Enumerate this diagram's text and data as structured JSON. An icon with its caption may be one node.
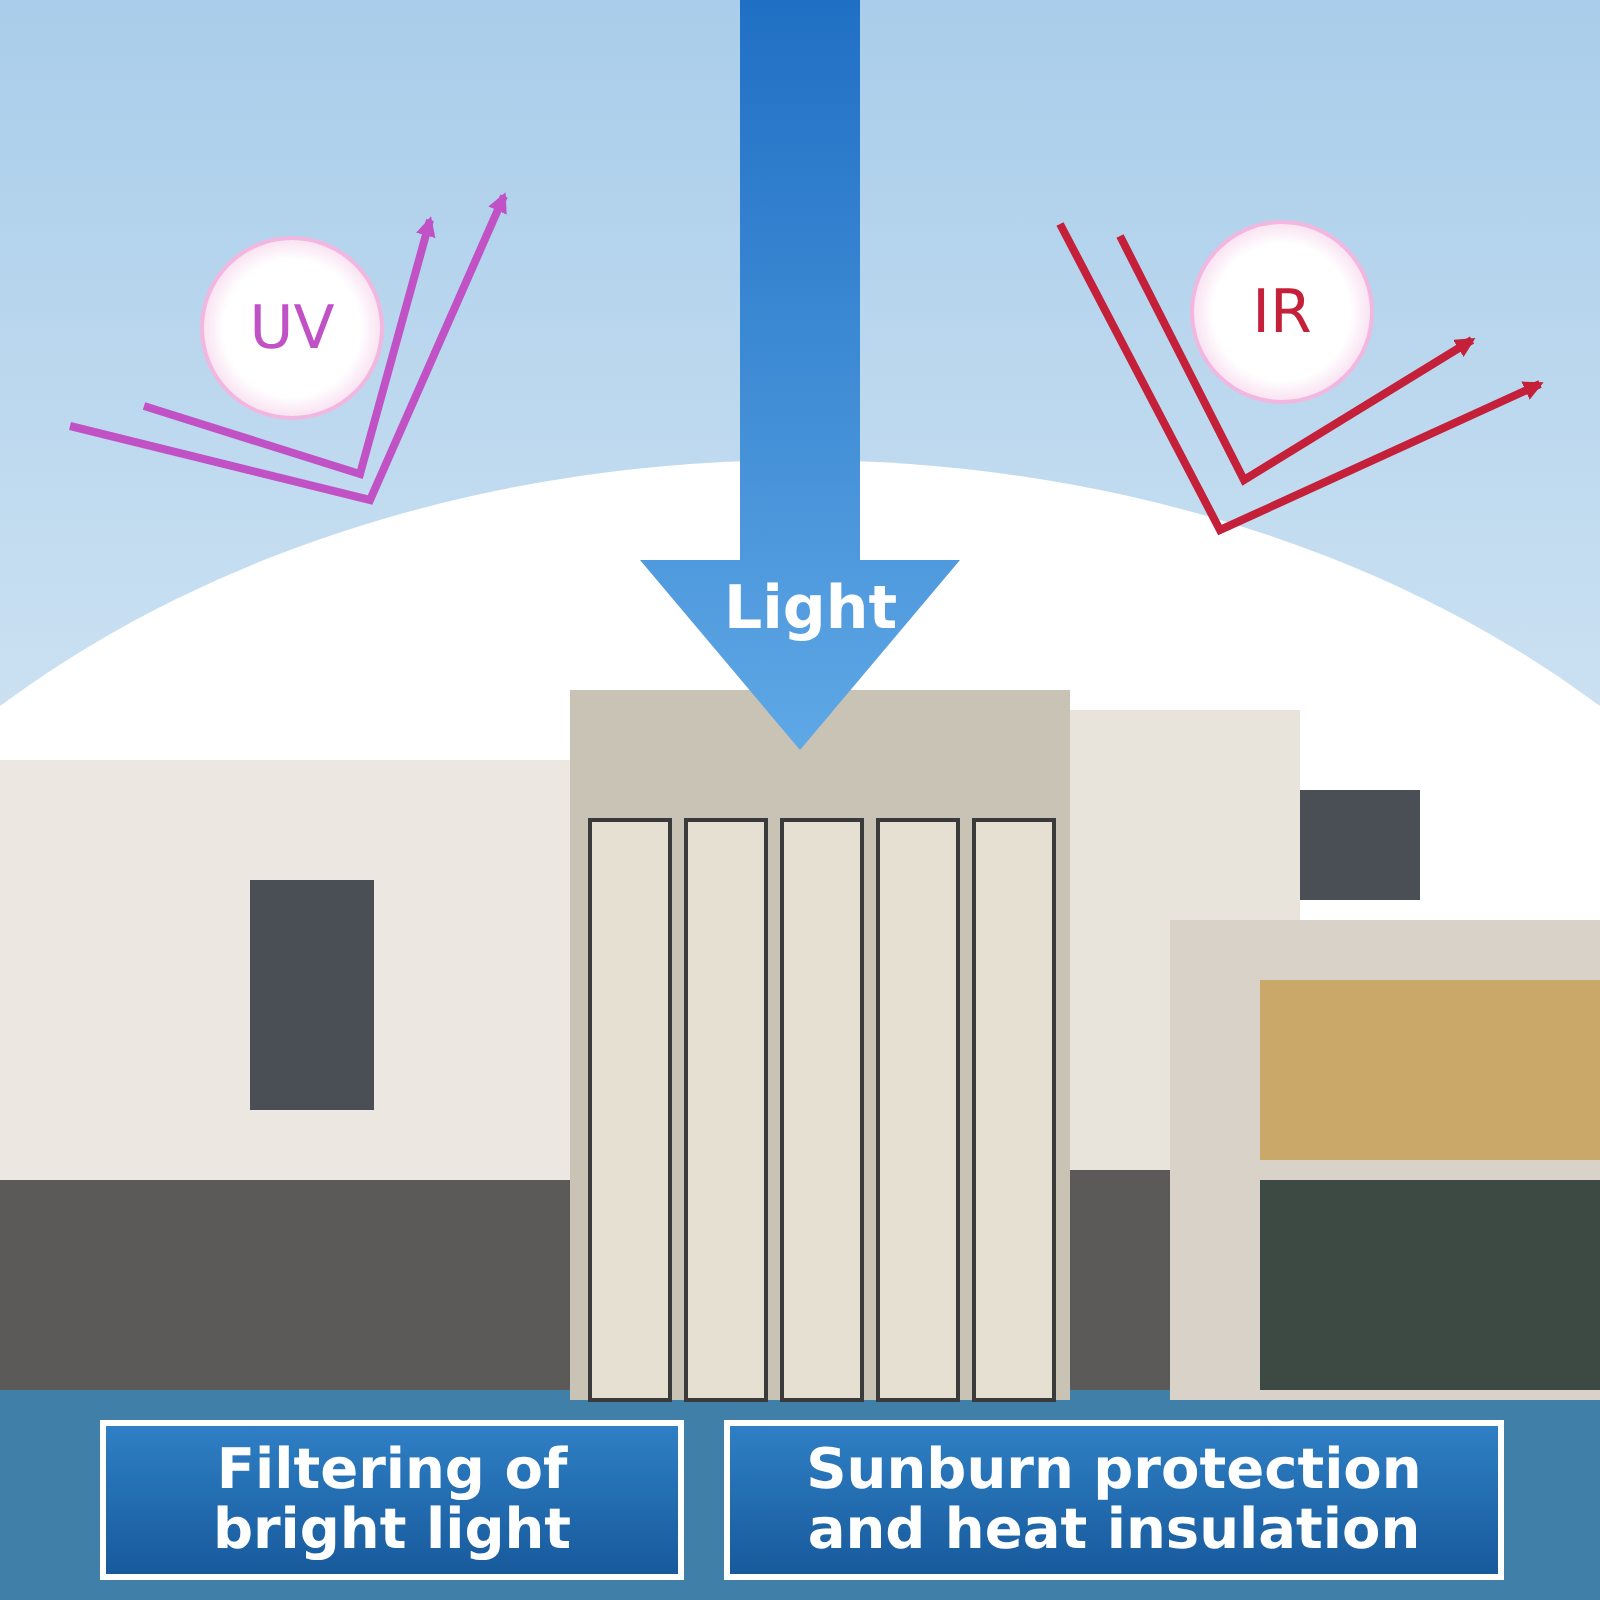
{
  "diagram": {
    "nodes": [
      {
        "text": [
          "UV"
        ]
      },
      {
        "text": [
          "IR"
        ]
      },
      {
        "text": [
          "Filtering of bright light"
        ]
      },
      {
        "text": [
          "Sunburn protection and heat insulation"
        ]
      }
    ],
    "labels": [
      "Light"
    ]
  }
}
